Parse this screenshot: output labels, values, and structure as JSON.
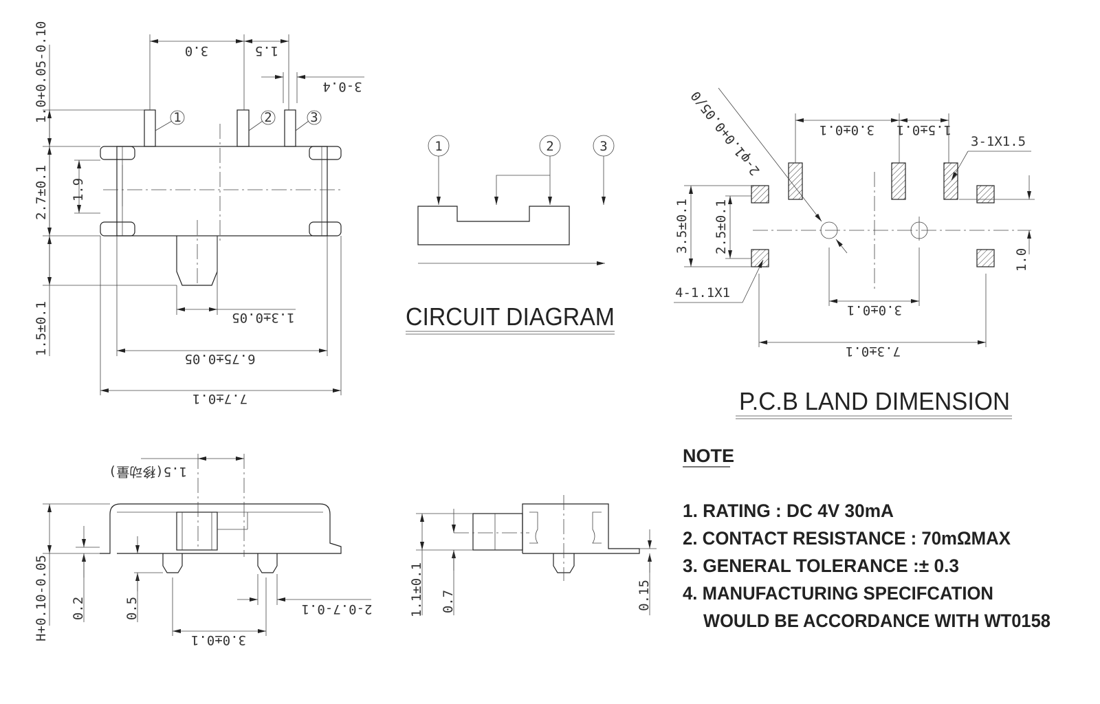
{
  "top_view": {
    "dim_pitch_1_2": "3.0",
    "dim_pitch_2_3": "1.5",
    "dim_pin_width": "3-0.4",
    "dim_pin_length": "1.0+0.05-0.10",
    "dim_body_height": "2.7±0.1",
    "dim_inner_height": "1.9",
    "dim_knob_length": "1.5±0.1",
    "dim_knob_width": "1.3±0.05",
    "dim_inner_width": "6.75±0.05",
    "dim_total_width": "7.7±0.1",
    "pin_labels": [
      "1",
      "2",
      "3"
    ]
  },
  "circuit": {
    "title": "CIRCUIT DIAGRAM",
    "terminal_labels": [
      "1",
      "2",
      "3"
    ]
  },
  "pcb": {
    "title": "P.C.B LAND DIMENSION",
    "dim_hole": "2-φ1.0+0.05/0",
    "dim_pad_pitch_1": "3.0±0.1",
    "dim_pad_pitch_2": "1.5±0.1",
    "dim_pad_size": "3-1X1.5",
    "dim_outer_vertical": "3.5±0.1",
    "dim_inner_vertical": "2.5±0.1",
    "dim_corner_pad_size": "4-1.1X1",
    "dim_hole_pitch": "3.0±0.1",
    "dim_outer_pitch": "7.3±0.1",
    "dim_offset": "1.0"
  },
  "side_view": {
    "dim_travel": "1.5(移动量)",
    "dim_height": "H+0.10-0.05",
    "dim_foot": "0.2",
    "dim_post_length": "0.5",
    "dim_post_dia": "2-0.7-0.1",
    "dim_post_pitch": "3.0±0.1"
  },
  "end_view": {
    "dim_height": "1.1±0.1",
    "dim_knob": "0.7",
    "dim_foot": "0.15"
  },
  "notes": {
    "heading": "NOTE",
    "items": [
      "1. RATING : DC 4V  30mA",
      "2. CONTACT RESISTANCE : 70mΩMAX",
      "3. GENERAL TOLERANCE :± 0.3",
      "4. MANUFACTURING SPECIFCATION",
      "    WOULD BE ACCORDANCE WITH WT0158"
    ]
  }
}
